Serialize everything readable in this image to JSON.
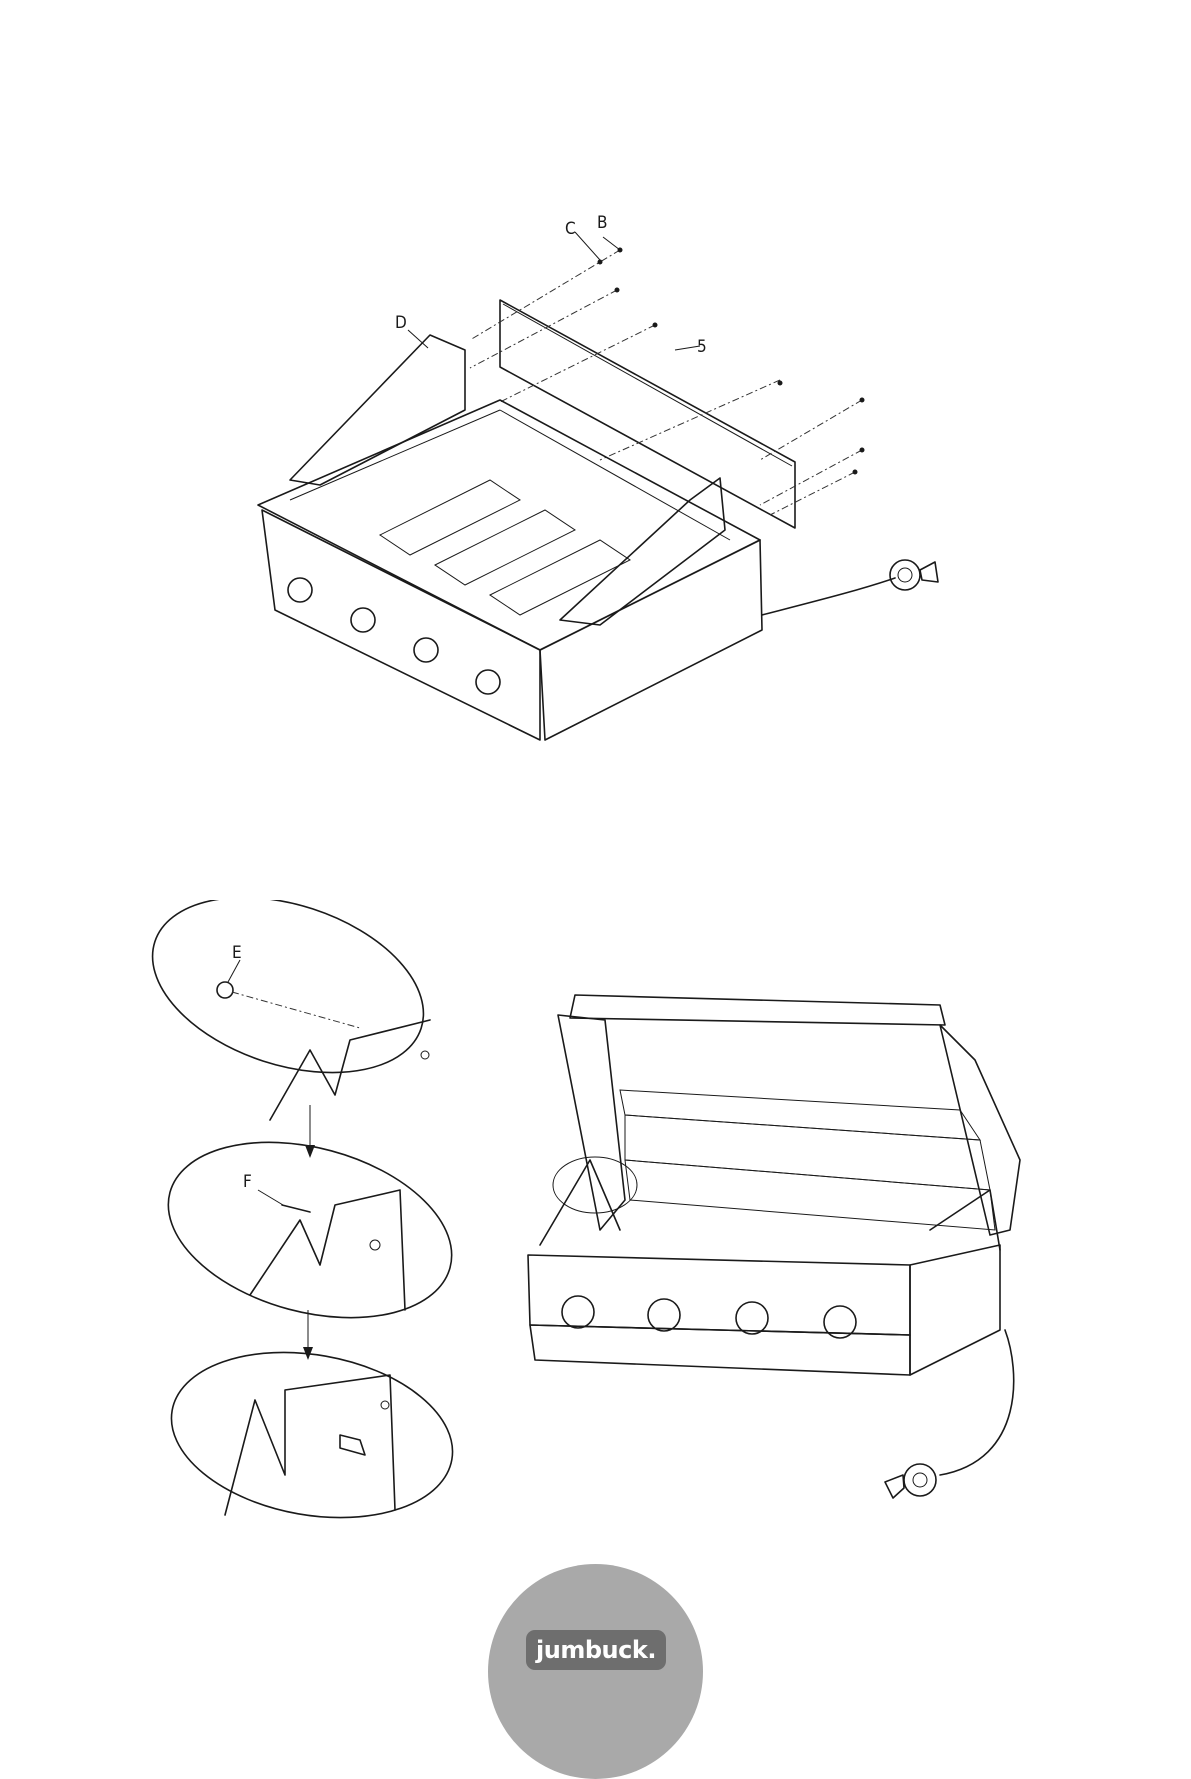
{
  "labels": {
    "top": {
      "c": "C",
      "b": "B",
      "d": "D",
      "five": "5"
    },
    "bottom": {
      "e": "E",
      "f": "F"
    }
  },
  "brand": {
    "logo_text": "jumbuck."
  }
}
